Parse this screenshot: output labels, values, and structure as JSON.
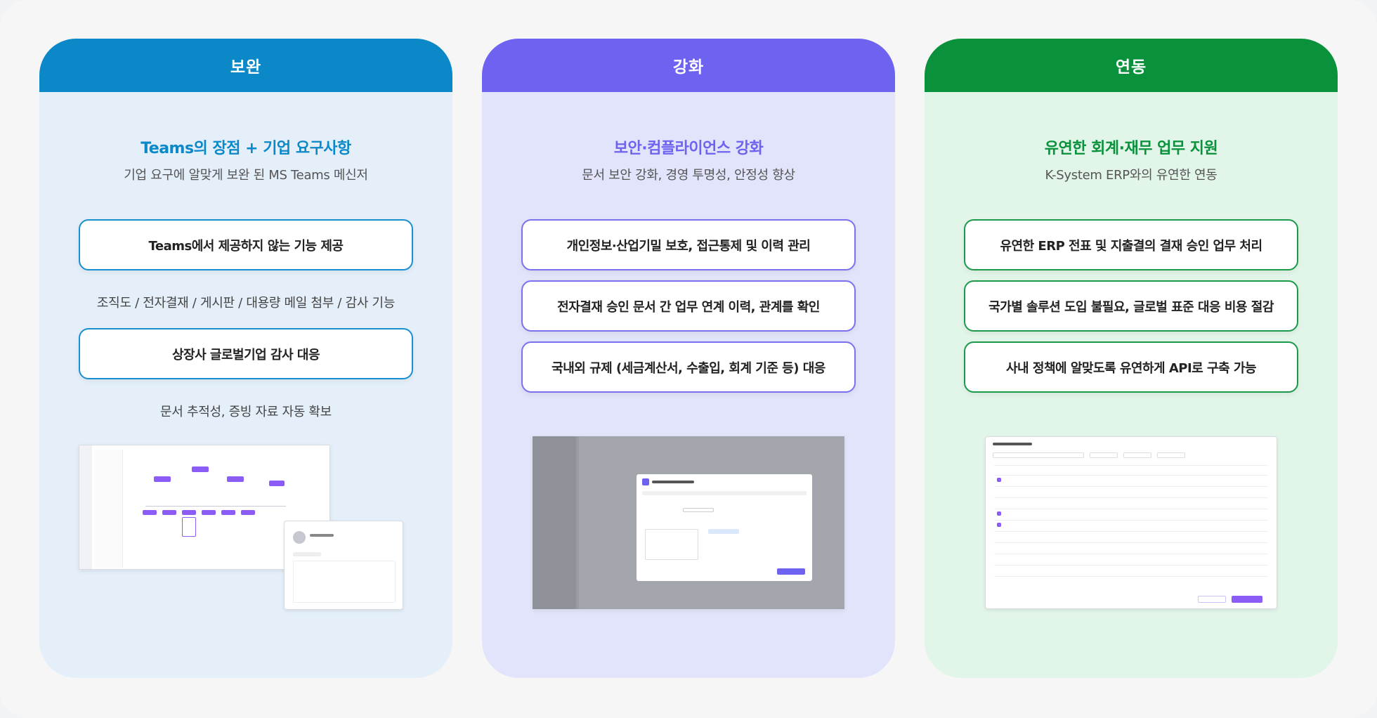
{
  "colors": {
    "blue": "#0a88c7",
    "purple": "#6e63f0",
    "green": "#0a913b",
    "blue_bg": "#e4eff9",
    "purple_bg": "#e2e4fb",
    "green_bg": "#e2f5e9"
  },
  "cards": [
    {
      "header": "보완",
      "headline": "Teams의 장점 + 기업 요구사항",
      "subhead": "기업 요구에 알맞게 보완 된 MS Teams 메신저",
      "pills": [
        "Teams에서 제공하지 않는 기능 제공",
        "상장사 글로벌기업 감사 대응"
      ],
      "notes": [
        "조직도 / 전자결재 / 게시판 / 대용량 메일 첨부 / 감사 기능",
        "문서 추적성, 증빙 자료 자동 확보"
      ]
    },
    {
      "header": "강화",
      "headline": "보안·컴플라이언스 강화",
      "subhead": "문서 보안 강화, 경영 투명성, 안정성 향상",
      "pills": [
        "개인정보·산업기밀 보호, 접근통제 및 이력 관리",
        "전자결재 승인 문서 간 업무 연계 이력, 관계를 확인",
        "국내외 규제 (세금계산서, 수출입, 회계 기준 등) 대응"
      ]
    },
    {
      "header": "연동",
      "headline": "유연한 회계·재무 업무 지원",
      "subhead": "K-System ERP와의 유연한 연동",
      "pills": [
        "유연한 ERP 전표 및 지출결의 결재 승인 업무 처리",
        "국가별 솔루션 도입 불필요, 글로벌 표준 대응 비용 절감",
        "사내 정책에 알맞도록 유연하게 API로 구축 가능"
      ]
    }
  ]
}
